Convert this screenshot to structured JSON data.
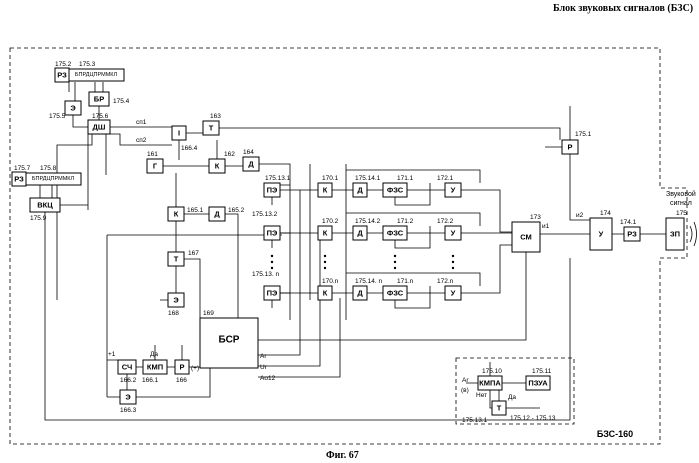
{
  "header_title": "Блок звуковых сигналов (БЗС)",
  "figure_caption": "Фиг. 67",
  "frame_label": "БЗС-160",
  "output_label_line1": "Звуковой",
  "output_label_line2": "сигнал",
  "blocks": {
    "RZ_top": "РЗ",
    "BRD_top": "БПРДЦПРММКЛ",
    "BR": "БР",
    "E_1": "Э",
    "DSH": "ДШ",
    "I": "I",
    "T_163": "Т",
    "G": "Г",
    "K_162": "К",
    "D_164": "Д",
    "RZ_left": "РЗ",
    "BRD_left": "БПРДЦПРММКЛ",
    "VKC": "ВКЦ",
    "K_165": "К",
    "D_165": "Д",
    "T_167": "Т",
    "E_168": "Э",
    "BSR": "БСР",
    "PE_1": "ПЭ",
    "PE_2": "ПЭ",
    "PE_n": "ПЭ",
    "K_1": "К",
    "K_2": "К",
    "K_n": "К",
    "D_1": "Д",
    "D_2": "Д",
    "D_n": "Д",
    "FZS_1": "ФЗС",
    "FZS_2": "ФЗС",
    "FZS_n": "ФЗС",
    "U_1": "У",
    "U_2": "У",
    "U_n": "У",
    "SM": "СМ",
    "U_174": "У",
    "RZ_out": "РЗ",
    "ZP": "ЗП",
    "R_175": "Р",
    "SCH": "СЧ",
    "KMP": "КМП",
    "R_166": "Р",
    "E_166": "Э",
    "KMPA": "КМПА",
    "PZUA": "ПЗУА",
    "T_inset": "Т"
  },
  "labels": {
    "n175_2": "175.2",
    "n175_3": "175.3",
    "n175_4": "175.4",
    "n175_5": "175.5",
    "n175_6": "175.6",
    "n175_7": "175.7",
    "n175_8": "175.8",
    "n175_9": "175.9",
    "n175_1": "175.1",
    "n161": "161",
    "n162": "162",
    "n163": "163",
    "n164": "164",
    "n165_1": "165.1",
    "n165_2": "165.2",
    "n166_4": "166.4",
    "n166_1": "166.1",
    "n166_2": "166.2",
    "n166_3": "166.3",
    "n166": "166",
    "n167": "167",
    "n168": "168",
    "n169": "169",
    "n170_1": "170.1",
    "n170_2": "170.2",
    "n170_n": "170.n",
    "n171_1": "171.1",
    "n171_2": "171.2",
    "n171_n": "171.n",
    "n172_1": "172.1",
    "n172_2": "172.2",
    "n172_n": "172.n",
    "n173": "173",
    "n174": "174",
    "n174_1": "174.1",
    "n175": "175",
    "n175_13_1": "175.13.1",
    "n175_13_2": "175.13.2",
    "n175_13_n": "175.13. n",
    "n175_14_1": "175.14.1",
    "n175_14_2": "175.14.2",
    "n175_14_n": "175.14. n",
    "n175_10": "175.10",
    "n175_11": "175.11",
    "n175_12_13": "175.12 - 175.13",
    "n175_13_1b": "175.13.1",
    "sp1": "сп1",
    "sp2": "сп2",
    "sp1b": "сп1",
    "Ar": "Ar",
    "Ur": "Ur",
    "Ao12": "Ao12",
    "plus1": "+1",
    "plus": "(+)",
    "da": "Да",
    "da2": "Да",
    "net": "Нет",
    "inset_ar": "Ar",
    "inset_vyh": "(в)",
    "n_in": "и",
    "p_in": "р",
    "i2": "и2",
    "i1": "и1"
  }
}
